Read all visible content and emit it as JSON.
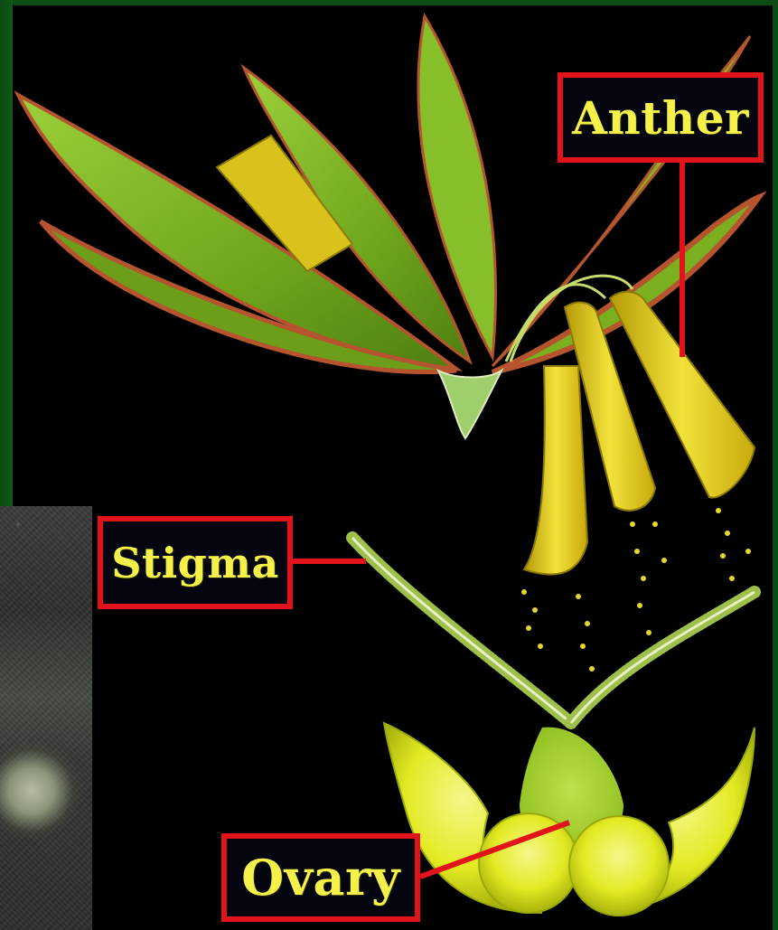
{
  "labels": {
    "anther": "Anther",
    "stigma": "Stigma",
    "ovary": "Ovary"
  },
  "colors": {
    "label_border": "#e0141a",
    "label_text": "#f4f24a",
    "petal_green": "#7fb524",
    "petal_edge": "#b5542e",
    "anther_yellow": "#e8d21a",
    "ovary_yellow": "#e6ec2a",
    "background": "#000000"
  }
}
